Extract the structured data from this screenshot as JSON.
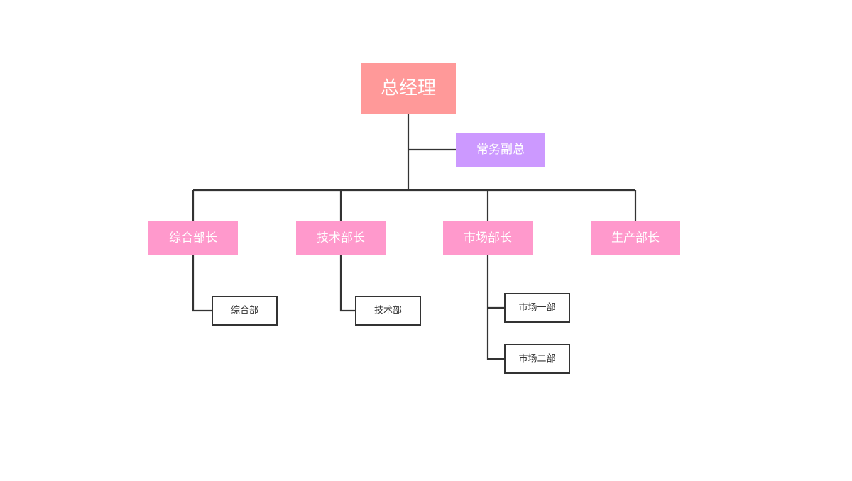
{
  "colors": {
    "root_fill": "#ff9999",
    "deputy_fill": "#cc99ff",
    "head_fill": "#ff99cc",
    "dept_fill": "#ffffff",
    "dept_border": "#333333",
    "line": "#333333",
    "light_text": "#ffffff",
    "dark_text": "#333333"
  },
  "org": {
    "root": {
      "label": "总经理"
    },
    "deputy": {
      "label": "常务副总"
    },
    "heads": [
      {
        "label": "综合部长",
        "depts": [
          {
            "label": "综合部"
          }
        ]
      },
      {
        "label": "技术部长",
        "depts": [
          {
            "label": "技术部"
          }
        ]
      },
      {
        "label": "市场部长",
        "depts": [
          {
            "label": "市场一部"
          },
          {
            "label": "市场二部"
          }
        ]
      },
      {
        "label": "生产部长",
        "depts": []
      }
    ]
  }
}
